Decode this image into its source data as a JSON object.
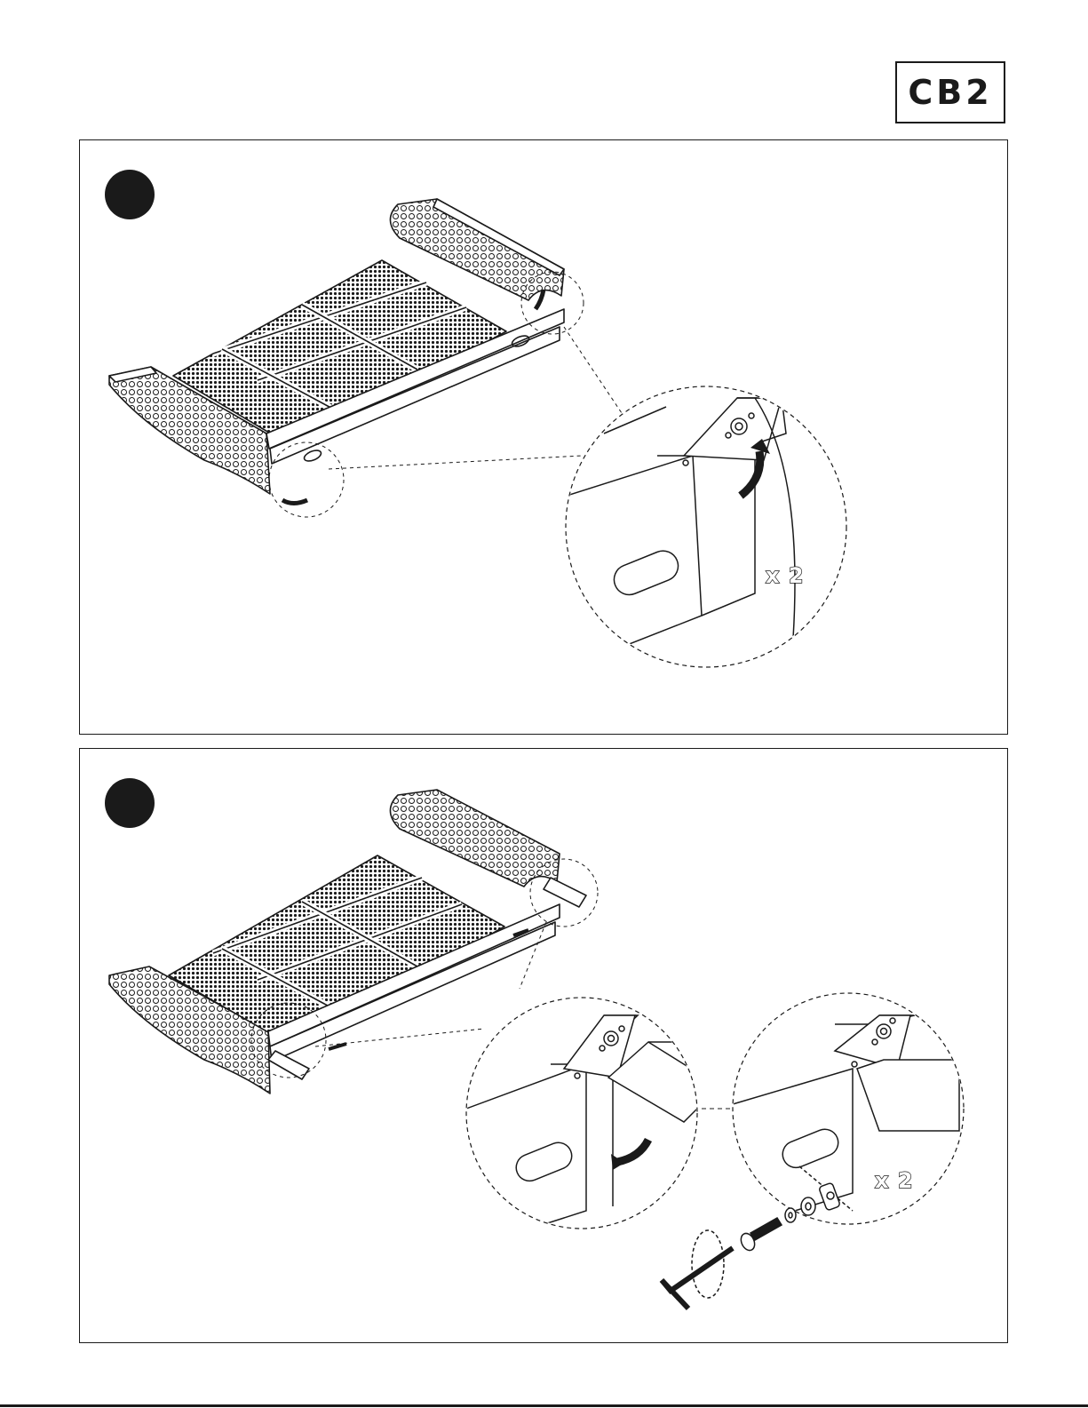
{
  "brand": {
    "logo_text": "CB2"
  },
  "steps": [
    {
      "quantity_label": "x 2"
    },
    {
      "quantity_label": "x 2"
    }
  ],
  "colors": {
    "ink": "#1a1a1a",
    "paper": "#ffffff"
  },
  "icons": [
    "rotate-arrow-icon",
    "bolt-icon",
    "washer-icon",
    "allen-key-icon",
    "barrel-nut-icon"
  ]
}
